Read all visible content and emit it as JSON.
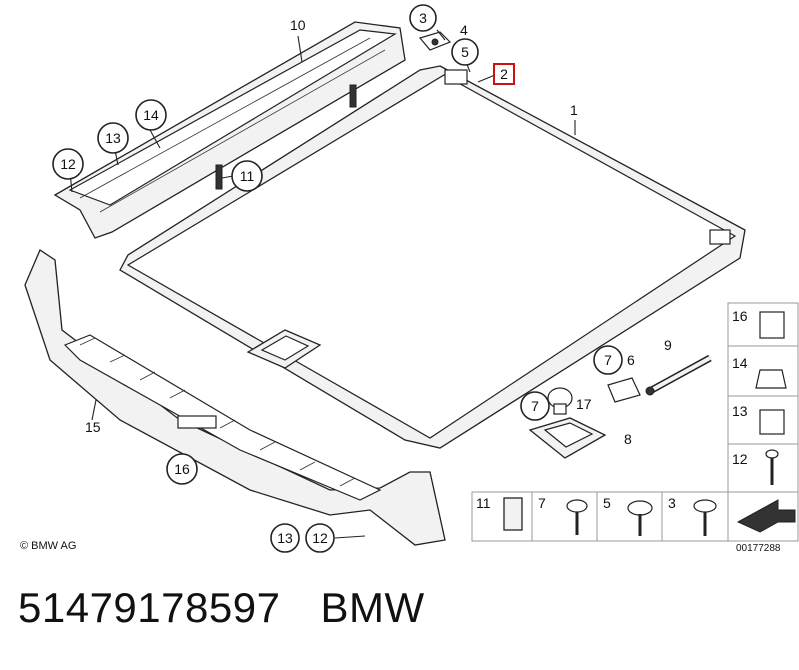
{
  "callouts": [
    "10",
    "3",
    "4",
    "5",
    "2",
    "1",
    "14",
    "13",
    "12",
    "11",
    "16",
    "14",
    "13",
    "12",
    "9",
    "6",
    "7",
    "17",
    "7",
    "8",
    "15",
    "16",
    "13",
    "12",
    "11",
    "7",
    "5",
    "3"
  ],
  "copyright": "© BMW AG",
  "drawing_number": "00177288",
  "part_number": "51479178597",
  "brand": "BMW",
  "highlight_color": "#d01010"
}
